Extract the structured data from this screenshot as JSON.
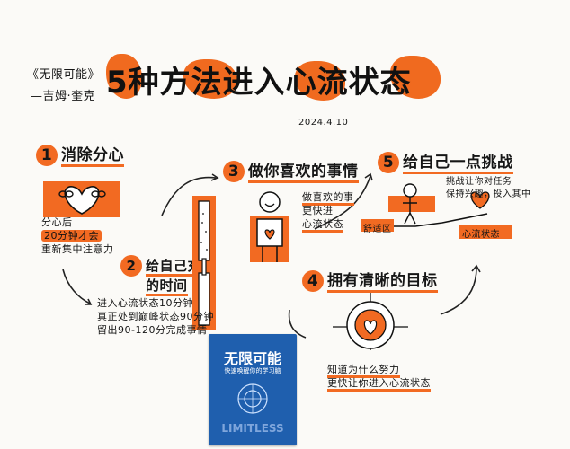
{
  "header": {
    "book_ref": "《无限可能》",
    "author": "—吉姆·奎克",
    "title": "5种方法进入心流状态",
    "date": "2024.4.10"
  },
  "sections": [
    {
      "num": "1",
      "title": "消除分心",
      "notes": [
        "分心后",
        "20分钟才会",
        "重新集中注意力"
      ]
    },
    {
      "num": "2",
      "title": "给自己充足",
      "title2": "的时间",
      "notes": [
        "进入心流状态10分钟",
        "真正处到巅峰状态90分钟",
        "留出90-120分完成事情"
      ]
    },
    {
      "num": "3",
      "title": "做你喜欢的事情",
      "notes": [
        "做喜欢的事",
        "更快进",
        "心流状态"
      ]
    },
    {
      "num": "4",
      "title": "拥有清晰的目标",
      "notes": [
        "知道为什么努力",
        "更快让你进入心流状态"
      ]
    },
    {
      "num": "5",
      "title": "给自己一点挑战",
      "notes": [
        "挑战让你对任务",
        "保持兴趣，投入其中"
      ],
      "labels": [
        "舒适区",
        "心流状态"
      ]
    }
  ],
  "book": {
    "title": "无限可能",
    "subtitle": "快速唤醒你的学习脑",
    "en": "LIMITLESS"
  },
  "colors": {
    "accent": "#f26a22",
    "ink": "#161616",
    "book": "#1f5fae"
  }
}
